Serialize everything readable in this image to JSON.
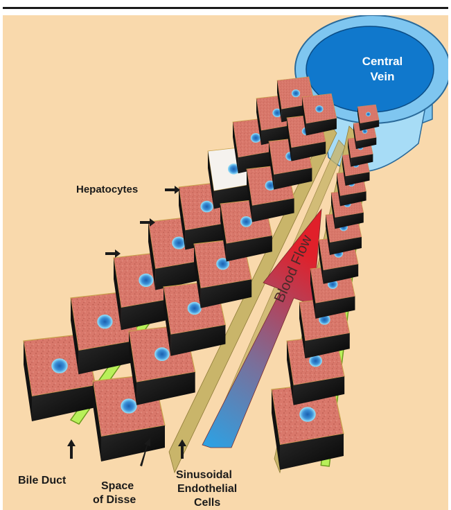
{
  "figure": {
    "labels": {
      "central_vein_line1": "Central",
      "central_vein_line2": "Vein",
      "hepatocytes": "Hepatocytes",
      "blood_flow": "Blood Flow",
      "bile_duct": "Bile Duct",
      "space_of_disse_line1": "Space",
      "space_of_disse_line2": "of Disse",
      "sinusoidal_line1": "Sinusoidal",
      "sinusoidal_line2": "Endothelial",
      "sinusoidal_line3": "Cells"
    },
    "colors": {
      "background": "#f9d9ac",
      "hepatocyte_top": "#d9786b",
      "hepatocyte_side": "#0f0f0f",
      "hepatocyte_edge": "#c8a24a",
      "nucleus": "#3a8fd6",
      "nucleus_ring": "#6cc7ef",
      "bile_duct": "#b8f05a",
      "bile_duct_edge": "#6a9a1c",
      "vein_outer": "#7fc6f0",
      "vein_inner": "#1078cc",
      "flow_start": "#2aa3e6",
      "flow_end": "#e0202a",
      "endothelial": "#c9b56a"
    },
    "icons": [
      "hepatocyte-cell-icon",
      "central-vein-icon",
      "blood-flow-arrow-icon",
      "pointer-arrow-icon"
    ]
  }
}
